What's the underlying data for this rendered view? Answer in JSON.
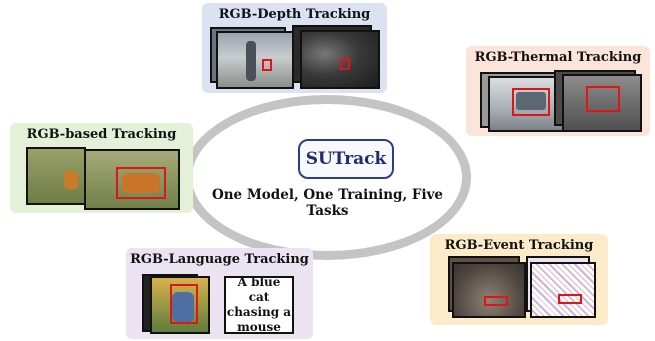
{
  "center": {
    "logo": "SUTrack",
    "slogan": "One Model, One Training, Five Tasks"
  },
  "panels": {
    "depth": {
      "title": "RGB-Depth Tracking",
      "color": "#dbe3f3"
    },
    "thermal": {
      "title": "RGB-Thermal Tracking",
      "color": "#fbe4da"
    },
    "rgb": {
      "title": "RGB-based Tracking",
      "color": "#e4f0d8"
    },
    "language": {
      "title": "RGB-Language Tracking",
      "color": "#ebe3f2",
      "caption": "A blue cat chasing a mouse"
    },
    "event": {
      "title": "RGB-Event Tracking",
      "color": "#fcebc9"
    }
  },
  "colors": {
    "ring": "#c4c4c4",
    "bbox": "#e01515",
    "logo_border": "#2c3e8a"
  }
}
